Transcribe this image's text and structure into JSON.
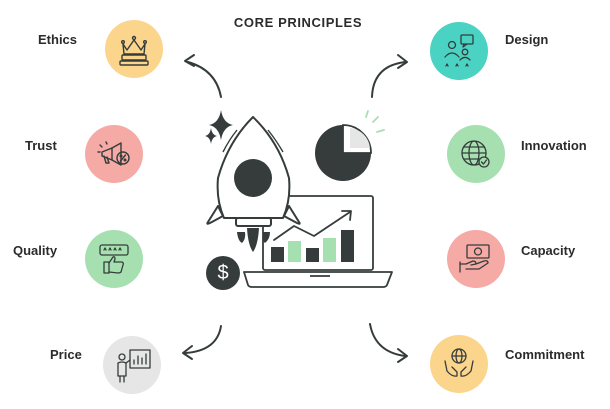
{
  "title": "CORE PRINCIPLES",
  "principles": {
    "ethics": "Ethics",
    "trust": "Trust",
    "quality": "Quality",
    "price": "Price",
    "design": "Design",
    "innovation": "Innovation",
    "capacity": "Capacity",
    "commitment": "Commitment"
  },
  "hero": {
    "currency_symbol": "$"
  },
  "colors": {
    "orange": "#fcd58c",
    "pink": "#f6aaa6",
    "green": "#a6e0b0",
    "gray": "#e6e6e6",
    "teal": "#4ad3c3",
    "dark": "#353c3b",
    "accent_green": "#a6e0b0"
  }
}
